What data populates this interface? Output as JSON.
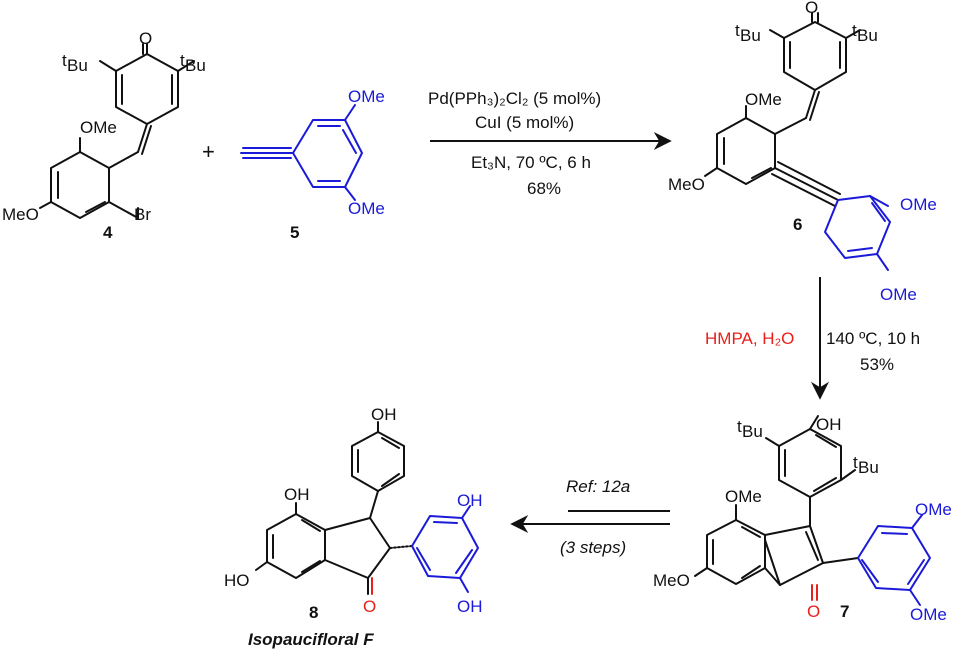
{
  "labels": {
    "tbu": "Bu",
    "t": "t",
    "o": "O",
    "ome": "OMe",
    "meo": "MeO",
    "br": "Br",
    "oh": "OH",
    "ho": "HO",
    "plus": "+"
  },
  "compounds": {
    "c4": "4",
    "c5": "5",
    "c6": "6",
    "c7": "7",
    "c8": "8",
    "name8": "Isopaucifloral F"
  },
  "step1": {
    "line1": "Pd(PPh₃)₂Cl₂ (5 mol%)",
    "line2": "CuI (5 mol%)",
    "line3": "Et₃N, 70 ºC, 6 h",
    "yield": "68%"
  },
  "step2": {
    "reagent": "HMPA, H₂O",
    "conditions": "140 ºC, 10 h",
    "yield": "53%"
  },
  "step3": {
    "ref": "Ref: 12a",
    "steps": "(3 steps)"
  },
  "colors": {
    "blue": "#1a1ad8",
    "red": "#e8201a",
    "black": "#111111"
  }
}
